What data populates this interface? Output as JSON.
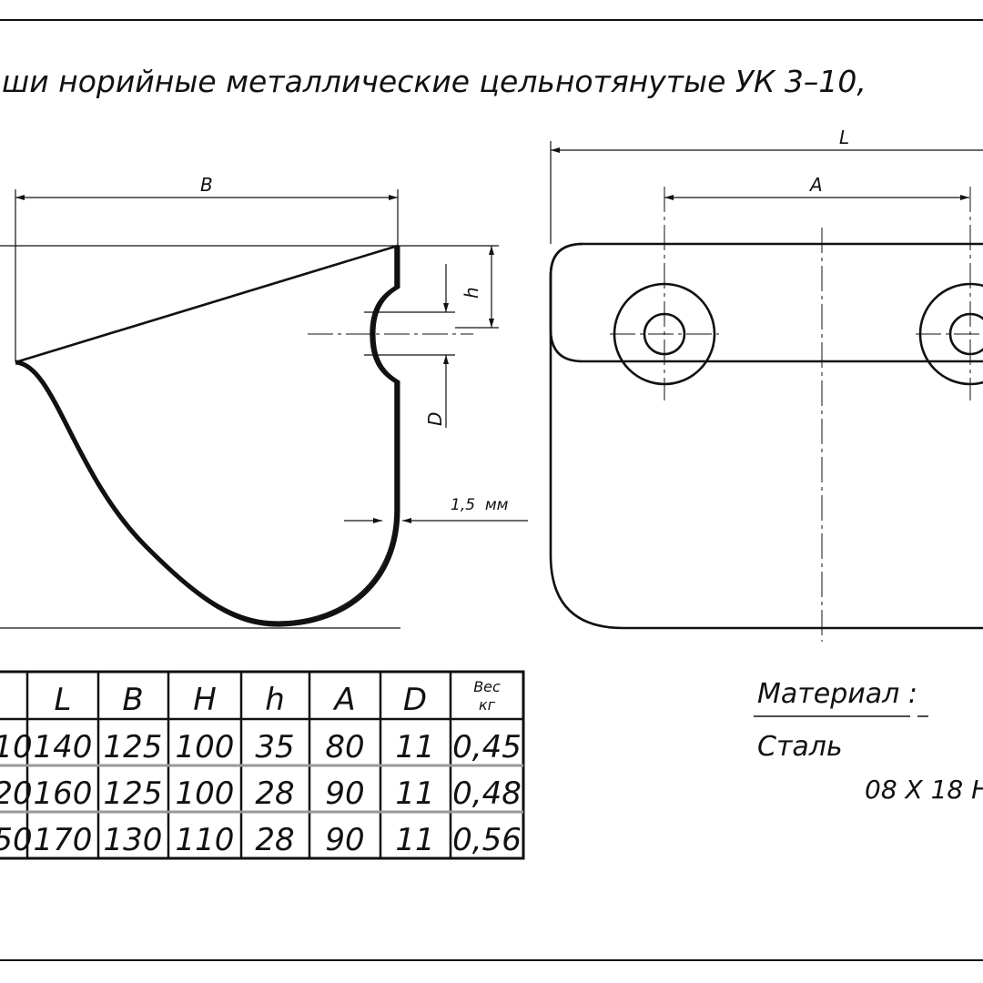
{
  "title": "ши норийные металлические цельнотянутые УК 3–10,",
  "side_view": {
    "dim_B": "B",
    "dim_h": "h",
    "dim_D": "D",
    "wall_thickness": "1,5  мм"
  },
  "front_view": {
    "dim_L": "L",
    "dim_A": "A"
  },
  "table": {
    "headers": [
      "",
      "L",
      "B",
      "H",
      "h",
      "A",
      "D",
      "Вес",
      "кг"
    ],
    "rows": [
      [
        "10",
        "140",
        "125",
        "100",
        "35",
        "80",
        "11",
        "0,45"
      ],
      [
        "20",
        "160",
        "125",
        "100",
        "28",
        "90",
        "11",
        "0,48"
      ],
      [
        "50",
        "170",
        "130",
        "110",
        "28",
        "90",
        "11",
        "0,56"
      ]
    ]
  },
  "material": {
    "label": "Материал :",
    "name": "Сталь",
    "grade": "08 Х 18 Н"
  }
}
